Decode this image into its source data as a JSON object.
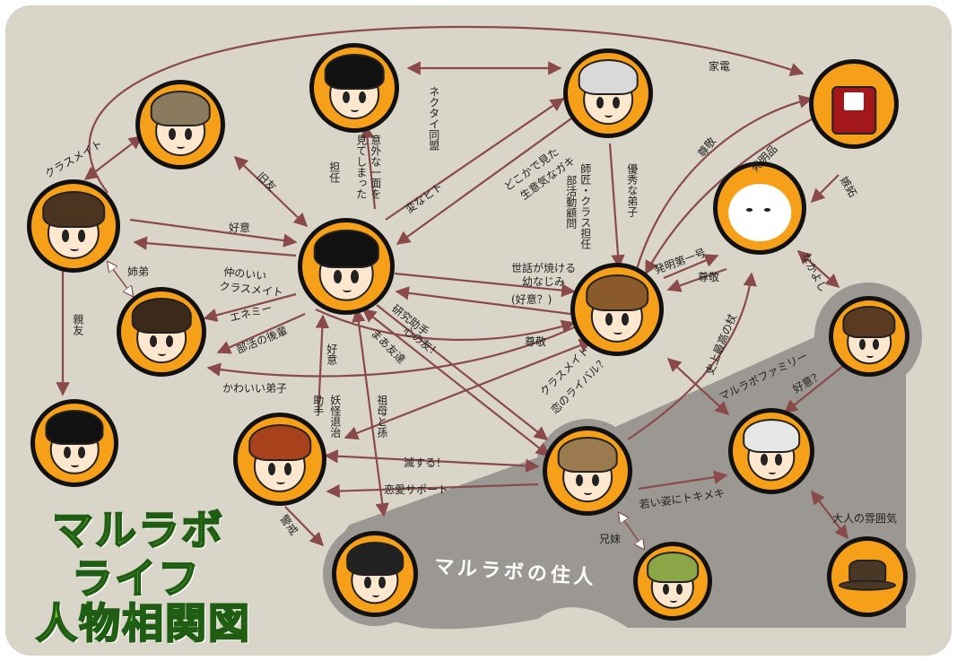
{
  "title": {
    "line1": "マルラボ",
    "line2": "ライフ",
    "line3": "人物相関図"
  },
  "zone_label": "マルラボの住人",
  "colors": {
    "background": "#d9d5c9",
    "zone": "#9b9893",
    "arrow": "#8a4a4a",
    "node_ring": "#f6a01a",
    "title_fill": "#7ac143"
  },
  "nodes": [
    {
      "id": "glasses",
      "hair": "#111111",
      "skin": "#fde7cf"
    },
    {
      "id": "silver",
      "hair": "#d9d9d9",
      "skin": "#fde7cf"
    },
    {
      "id": "robot",
      "hair": "#a3161a",
      "skin": "#a3161a"
    },
    {
      "id": "brownhair",
      "hair": "#8a7a5e",
      "skin": "#fde7cf"
    },
    {
      "id": "blob",
      "hair": "#ffffff",
      "skin": "#ffffff"
    },
    {
      "id": "longhair",
      "hair": "#4b3520",
      "skin": "#fde7cf"
    },
    {
      "id": "center",
      "hair": "#111111",
      "skin": "#fde7cf"
    },
    {
      "id": "scientist",
      "hair": "#8a5a2b",
      "skin": "#fde7cf"
    },
    {
      "id": "dark_boy",
      "hair": "#3b2a1a",
      "skin": "#fde7cf"
    },
    {
      "id": "flying",
      "hair": "#5a3a20",
      "skin": "#fde7cf"
    },
    {
      "id": "short_girl",
      "hair": "#111111",
      "skin": "#fde7cf"
    },
    {
      "id": "redhead",
      "hair": "#a8421c",
      "skin": "#fde7cf"
    },
    {
      "id": "scarf",
      "hair": "#9a7a4e",
      "skin": "#fde7cf"
    },
    {
      "id": "grandma",
      "hair": "#e6e6e6",
      "skin": "#fde7cf"
    },
    {
      "id": "ghost_girl",
      "hair": "#222222",
      "skin": "#fde7cf"
    },
    {
      "id": "green_girl",
      "hair": "#8aa646",
      "skin": "#fde7cf"
    },
    {
      "id": "hat",
      "hair": "#4a3826",
      "skin": "#4a3826"
    }
  ],
  "relations": {
    "kaden": "家電",
    "necktai": "ネクタイ同盟",
    "classmate_left": "クラスメイト",
    "kyuuyuu": "旧友",
    "igai1": "意外な一面を",
    "igai2": "見てしまった",
    "tannin": "担任",
    "henna": "変なヒト",
    "dokoka1": "どこかで見た",
    "dokoka2": "生意気なガキ",
    "shisho": "師匠・クラス担任",
    "bukatsu_komon": "部活動顧問",
    "yuushuu": "優秀な弟子",
    "sonkei_robot": "尊敬",
    "hatsumeihin": "発明品",
    "shitto": "嫉妬",
    "koui_top": "好意",
    "shitei": "姉弟",
    "nakanoii1": "仲のいい",
    "nakanoii2": "クラスメイト",
    "enemy": "エネミー",
    "kouhai": "部活の後輩",
    "kawaii": "かわいい弟子",
    "shinyuu": "親友",
    "sewa1": "世話が焼ける",
    "sewa2": "幼なじみ",
    "koui_q": "(好意？)",
    "hatsumei1": "発明第一号",
    "sonkei_blob": "尊敬",
    "kenkyu": "研究助手",
    "kokoro": "心の友！",
    "maa": "まあ友達",
    "sonkei_center": "尊敬",
    "koui_v": "好意",
    "joshu": "助手",
    "youkai": "妖怪退治",
    "sobo": "祖母と孫",
    "classmate_rival1": "クラスメイト",
    "classmate_rival2": "恋のライバル？",
    "shijou": "史上最高の杖",
    "nakayoshi": "なかよし",
    "family": "マルラボファミリー",
    "koui_flying": "好意？",
    "messuru": "滅する！",
    "renai": "恋愛サポート",
    "keikai": "警戒",
    "wakai": "若い姿にトキメキ",
    "otona": "大人の雰囲気",
    "kyoudai": "兄妹"
  }
}
